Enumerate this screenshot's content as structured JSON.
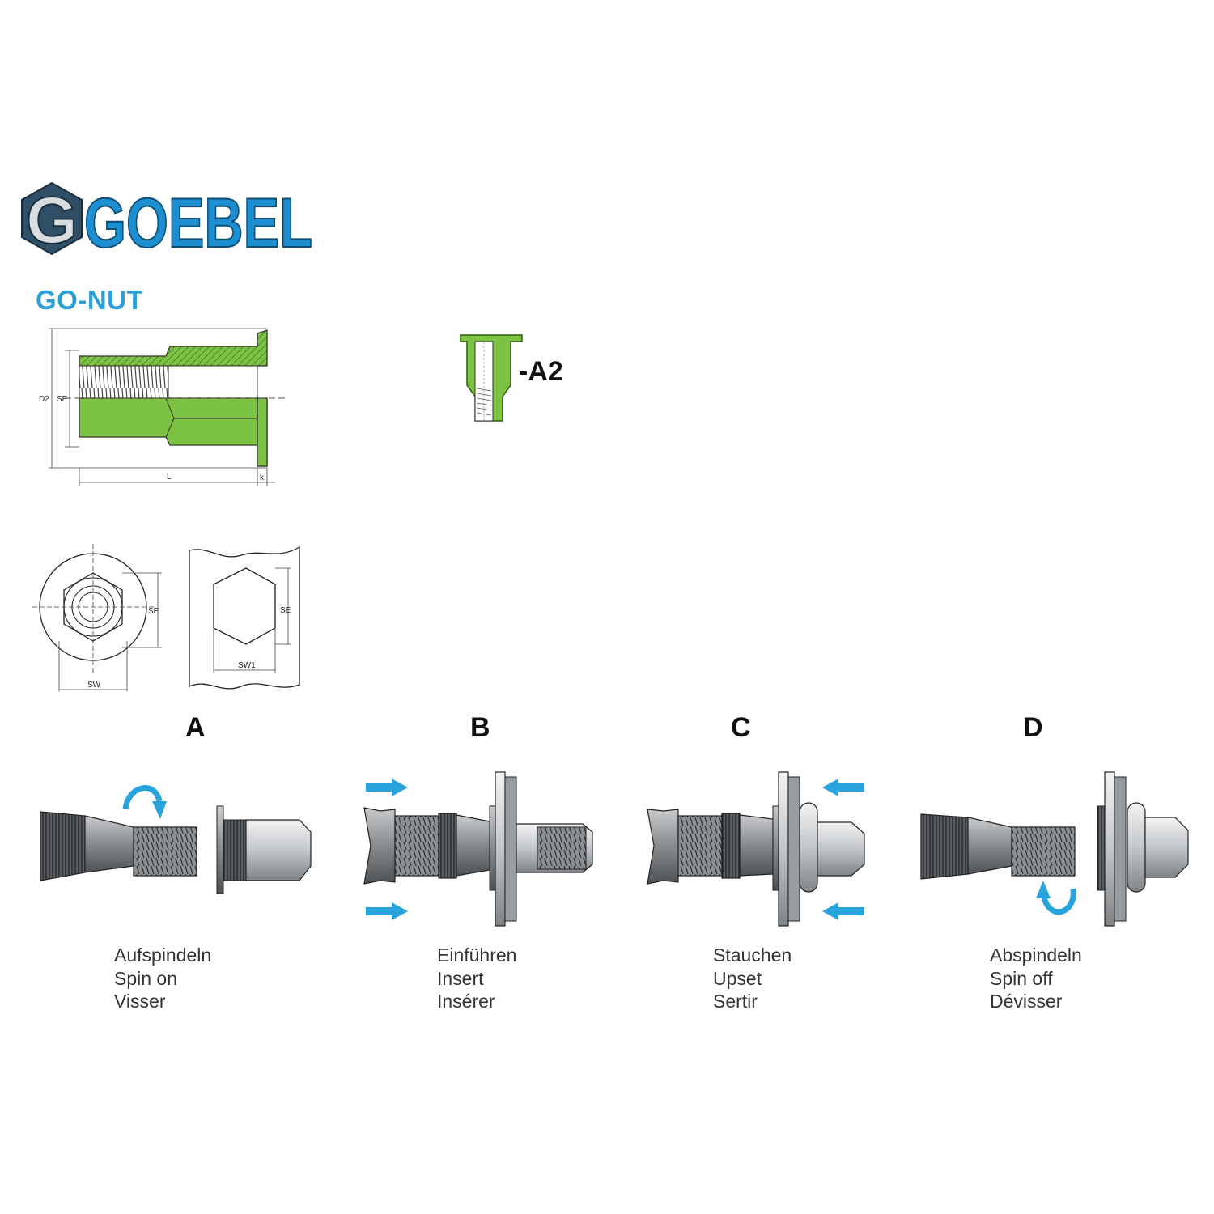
{
  "brand": {
    "name": "GOEBEL",
    "primary_color": "#1d8fd0",
    "dark_color": "#2f4f66"
  },
  "product": {
    "title": "GO-NUT",
    "variant_label": "-A2",
    "accent_color": "#7cc243"
  },
  "drawing_labels": {
    "section": {
      "d2": "D2",
      "se": "SE",
      "l": "L",
      "k": "k"
    },
    "end_view": {
      "se": "SE",
      "sw": "SW"
    },
    "hole_view": {
      "se": "SE",
      "sw1": "SW1"
    }
  },
  "steps": [
    {
      "letter": "A",
      "lines": [
        "Aufspindeln",
        "Spin on",
        "Visser"
      ]
    },
    {
      "letter": "B",
      "lines": [
        "Einführen",
        "Insert",
        "Insérer"
      ]
    },
    {
      "letter": "C",
      "lines": [
        "Stauchen",
        "Upset",
        "Sertir"
      ]
    },
    {
      "letter": "D",
      "lines": [
        "Abspindeln",
        "Spin off",
        "Dévisser"
      ]
    }
  ],
  "arrow_color": "#29a3dc"
}
